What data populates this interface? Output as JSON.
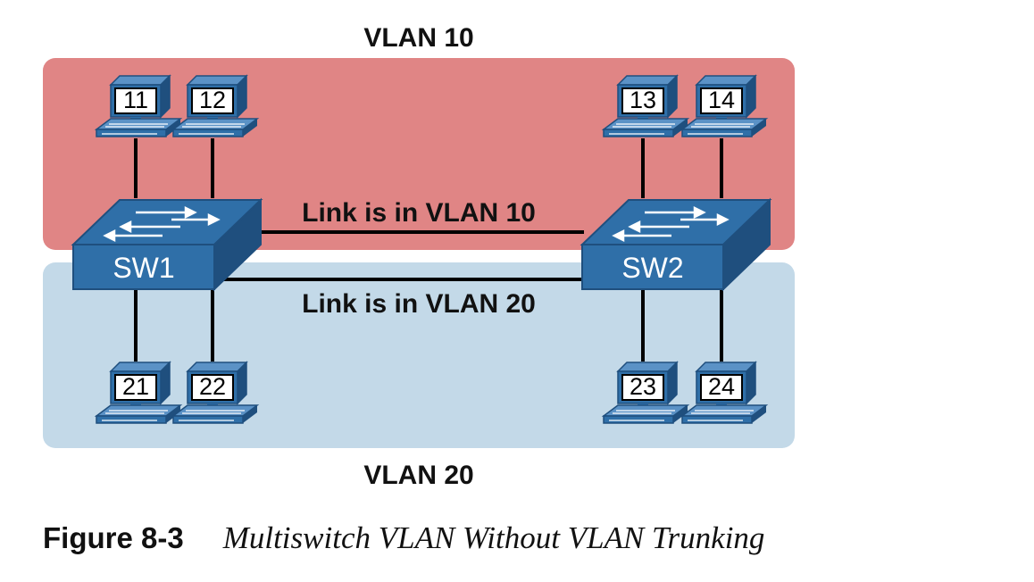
{
  "vlans": {
    "top": {
      "label": "VLAN 10",
      "color": "#e08585"
    },
    "bottom": {
      "label": "VLAN 20",
      "color": "#c3d9e8"
    }
  },
  "links": {
    "vlan10": "Link is in VLAN 10",
    "vlan20": "Link is in VLAN 20"
  },
  "switches": [
    {
      "id": "sw1",
      "label": "SW1"
    },
    {
      "id": "sw2",
      "label": "SW2"
    }
  ],
  "pcs": [
    {
      "label": "11"
    },
    {
      "label": "12"
    },
    {
      "label": "13"
    },
    {
      "label": "14"
    },
    {
      "label": "21"
    },
    {
      "label": "22"
    },
    {
      "label": "23"
    },
    {
      "label": "24"
    }
  ],
  "colors": {
    "device": "#2f6fa8",
    "device_dark": "#1f4f7e",
    "line": "#000000"
  },
  "caption": {
    "number": "Figure 8-3",
    "title": "Multiswitch VLAN Without VLAN Trunking"
  }
}
